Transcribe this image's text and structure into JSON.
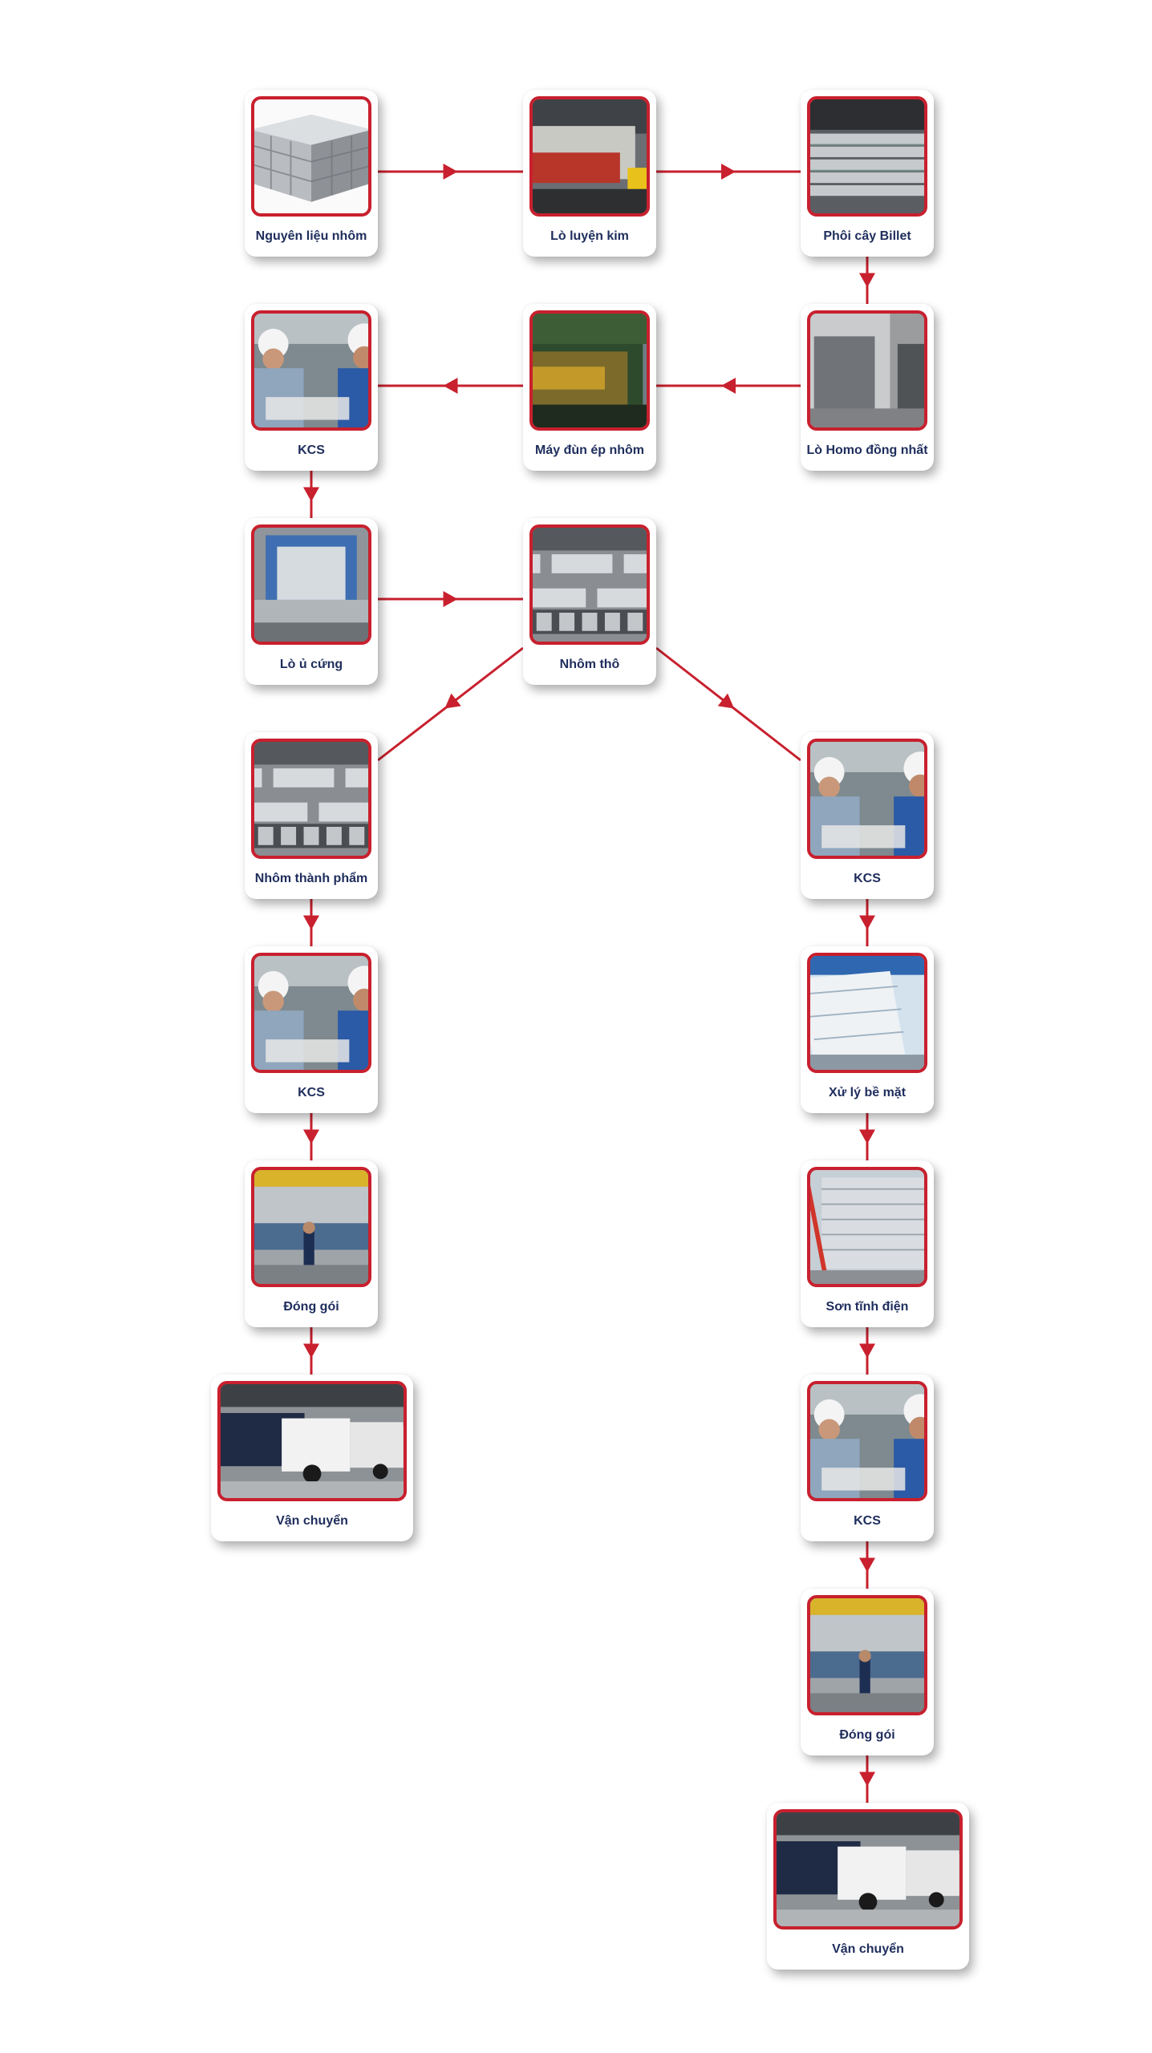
{
  "steps": [
    {
      "label": "Nguyên liệu nhôm",
      "photo": "aluminum-ingots-photo"
    },
    {
      "label": "Lò luyện kim",
      "photo": "smelting-furnace-photo"
    },
    {
      "label": "Phôi cây Billet",
      "photo": "billet-stack-photo"
    },
    {
      "label": "Lò Homo đồng nhất",
      "photo": "homogenizing-oven-photo"
    },
    {
      "label": "Máy đùn ép nhôm",
      "photo": "extrusion-press-photo"
    },
    {
      "label": "KCS",
      "photo": "inspection-workers-photo"
    },
    {
      "label": "Lò ủ cứng",
      "photo": "aging-oven-photo"
    },
    {
      "label": "Nhôm thô",
      "photo": "raw-profiles-photo"
    },
    {
      "label": "Nhôm thành phẩm",
      "photo": "finished-profiles-photo"
    },
    {
      "label": "KCS",
      "photo": "inspection-workers-photo"
    },
    {
      "label": "Đóng gói",
      "photo": "packing-workshop-photo"
    },
    {
      "label": "Vận chuyển",
      "photo": "delivery-trucks-photo"
    },
    {
      "label": "KCS",
      "photo": "inspection-workers-photo"
    },
    {
      "label": "Xử lý bề mặt",
      "photo": "surface-treatment-line-photo"
    },
    {
      "label": "Sơn tĩnh điện",
      "photo": "powder-coating-line-photo"
    },
    {
      "label": "KCS",
      "photo": "inspection-workers-photo"
    },
    {
      "label": "Đóng gói",
      "photo": "packing-workshop-photo"
    },
    {
      "label": "Vận chuyển",
      "photo": "delivery-trucks-photo"
    }
  ],
  "colors": {
    "accent": "#c8202e",
    "label_text": "#1e2d5c",
    "card_background": "#ffffff"
  }
}
